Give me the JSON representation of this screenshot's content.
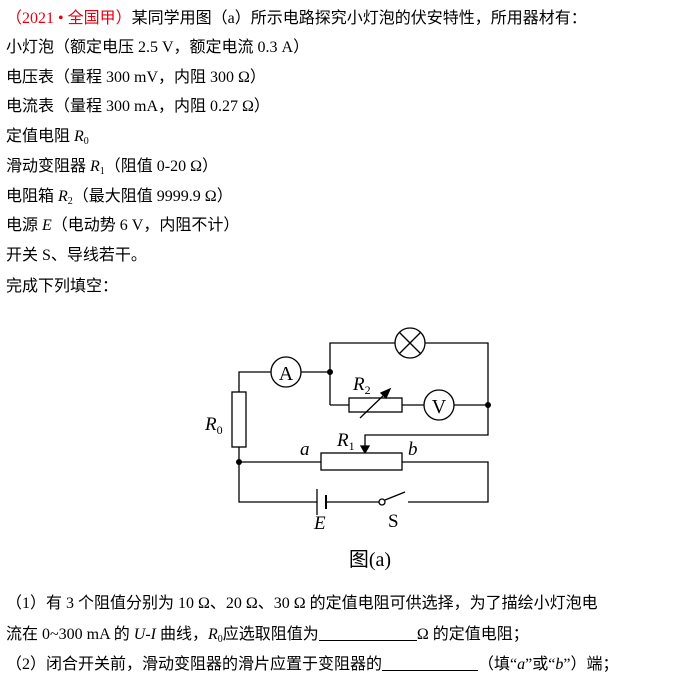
{
  "header": {
    "source": "（2021 • 全国甲）",
    "intro": "某同学用图（a）所示电路探究小灯泡的伏安特性，所用器材有："
  },
  "materials": [
    "小灯泡（额定电压 2.5 V，额定电流 0.3 A）",
    "电压表（量程 300 mV，内阻 300 Ω）",
    "电流表（量程 300 mA，内阻 0.27 Ω）",
    {
      "pre": "定值电阻 ",
      "sym": "R",
      "sub": "0",
      "post": ""
    },
    {
      "pre": "滑动变阻器 ",
      "sym": "R",
      "sub": "1",
      "post": "（阻值 0-20 Ω）"
    },
    {
      "pre": "电阻箱 ",
      "sym": "R",
      "sub": "2",
      "post": "（最大阻值 9999.9 Ω）"
    },
    {
      "pre": "电源 ",
      "sym": "E",
      "post": "（电动势 6 V，内阻不计）"
    },
    "开关 S、导线若干。"
  ],
  "instruction": "完成下列填空：",
  "figure": {
    "caption": "图(a)",
    "labels": {
      "A": "A",
      "V": "V",
      "R0": "R",
      "R0_sub": "0",
      "R1": "R",
      "R1_sub": "1",
      "R2": "R",
      "R2_sub": "2",
      "a": "a",
      "b": "b",
      "E": "E",
      "S": "S"
    }
  },
  "q1": {
    "line1": "（1）有 3 个阻值分别为 10 Ω、20 Ω、30 Ω 的定值电阻可供选择，为了描绘小灯泡电",
    "l2a": "流在 0~300 mA 的 ",
    "l2b": "U-I",
    "l2c": " 曲线，",
    "l2d": "R",
    "l2e": "0",
    "l2f": "应选取阻值为",
    "l2g": "Ω 的定值电阻；"
  },
  "q2": {
    "a": "（2）闭合开关前，滑动变阻器的滑片应置于变阻器的",
    "b": "（填“",
    "c": "a",
    "d": "”或“",
    "e": "b",
    "f": "”）端；"
  }
}
